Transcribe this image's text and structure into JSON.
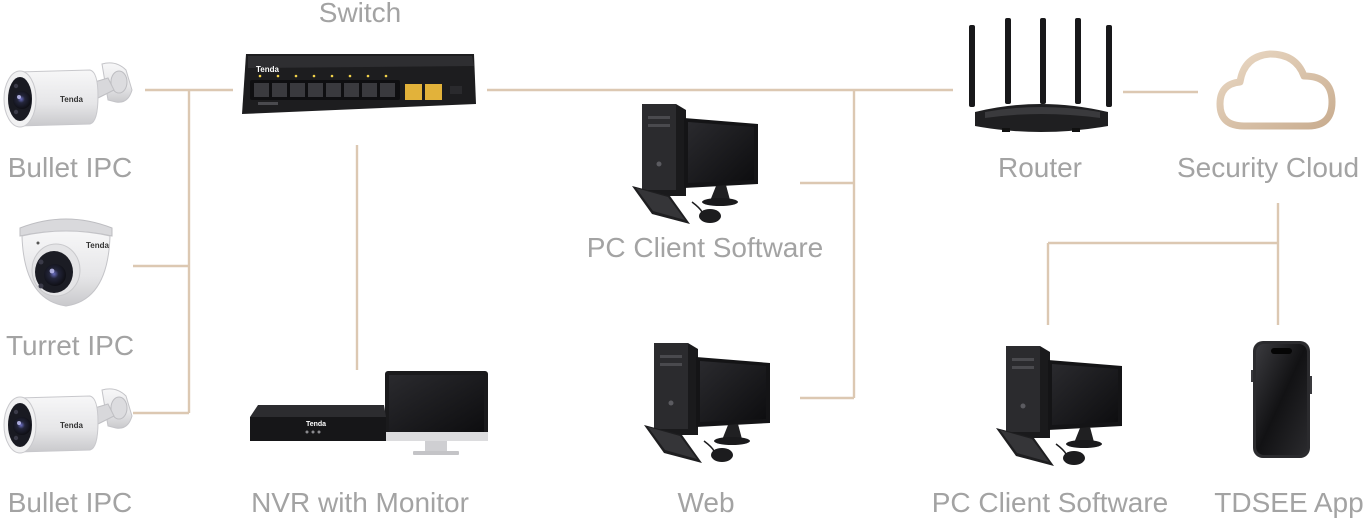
{
  "colors": {
    "wire": "#dcc8b2",
    "label": "#a3a3a3",
    "device_dark": "#1c1c1e",
    "camera_body": "#e9e9ea",
    "port_highlight": "#e2b23a",
    "cloud_outline": "#d6c0a8"
  },
  "labels": {
    "switch": "Switch",
    "bullet_ipc_top": "Bullet IPC",
    "turret_ipc": "Turret IPC",
    "bullet_ipc_bottom": "Bullet IPC",
    "nvr_monitor": "NVR with Monitor",
    "pc_client_top": "PC Client Software",
    "web": "Web",
    "router": "Router",
    "security_cloud": "Security Cloud",
    "pc_client_bottom": "PC Client Software",
    "tdsee_app": "TDSEE App"
  },
  "brand_marks": {
    "logo": "Tenda"
  },
  "icons": {
    "bullet_ipc": "bullet-camera-icon",
    "turret_ipc": "turret-camera-icon",
    "switch": "poe-switch-icon",
    "nvr": "nvr-icon",
    "monitor": "monitor-icon",
    "pc": "desktop-pc-icon",
    "router": "wifi-router-icon",
    "cloud": "cloud-icon",
    "phone": "smartphone-icon"
  }
}
